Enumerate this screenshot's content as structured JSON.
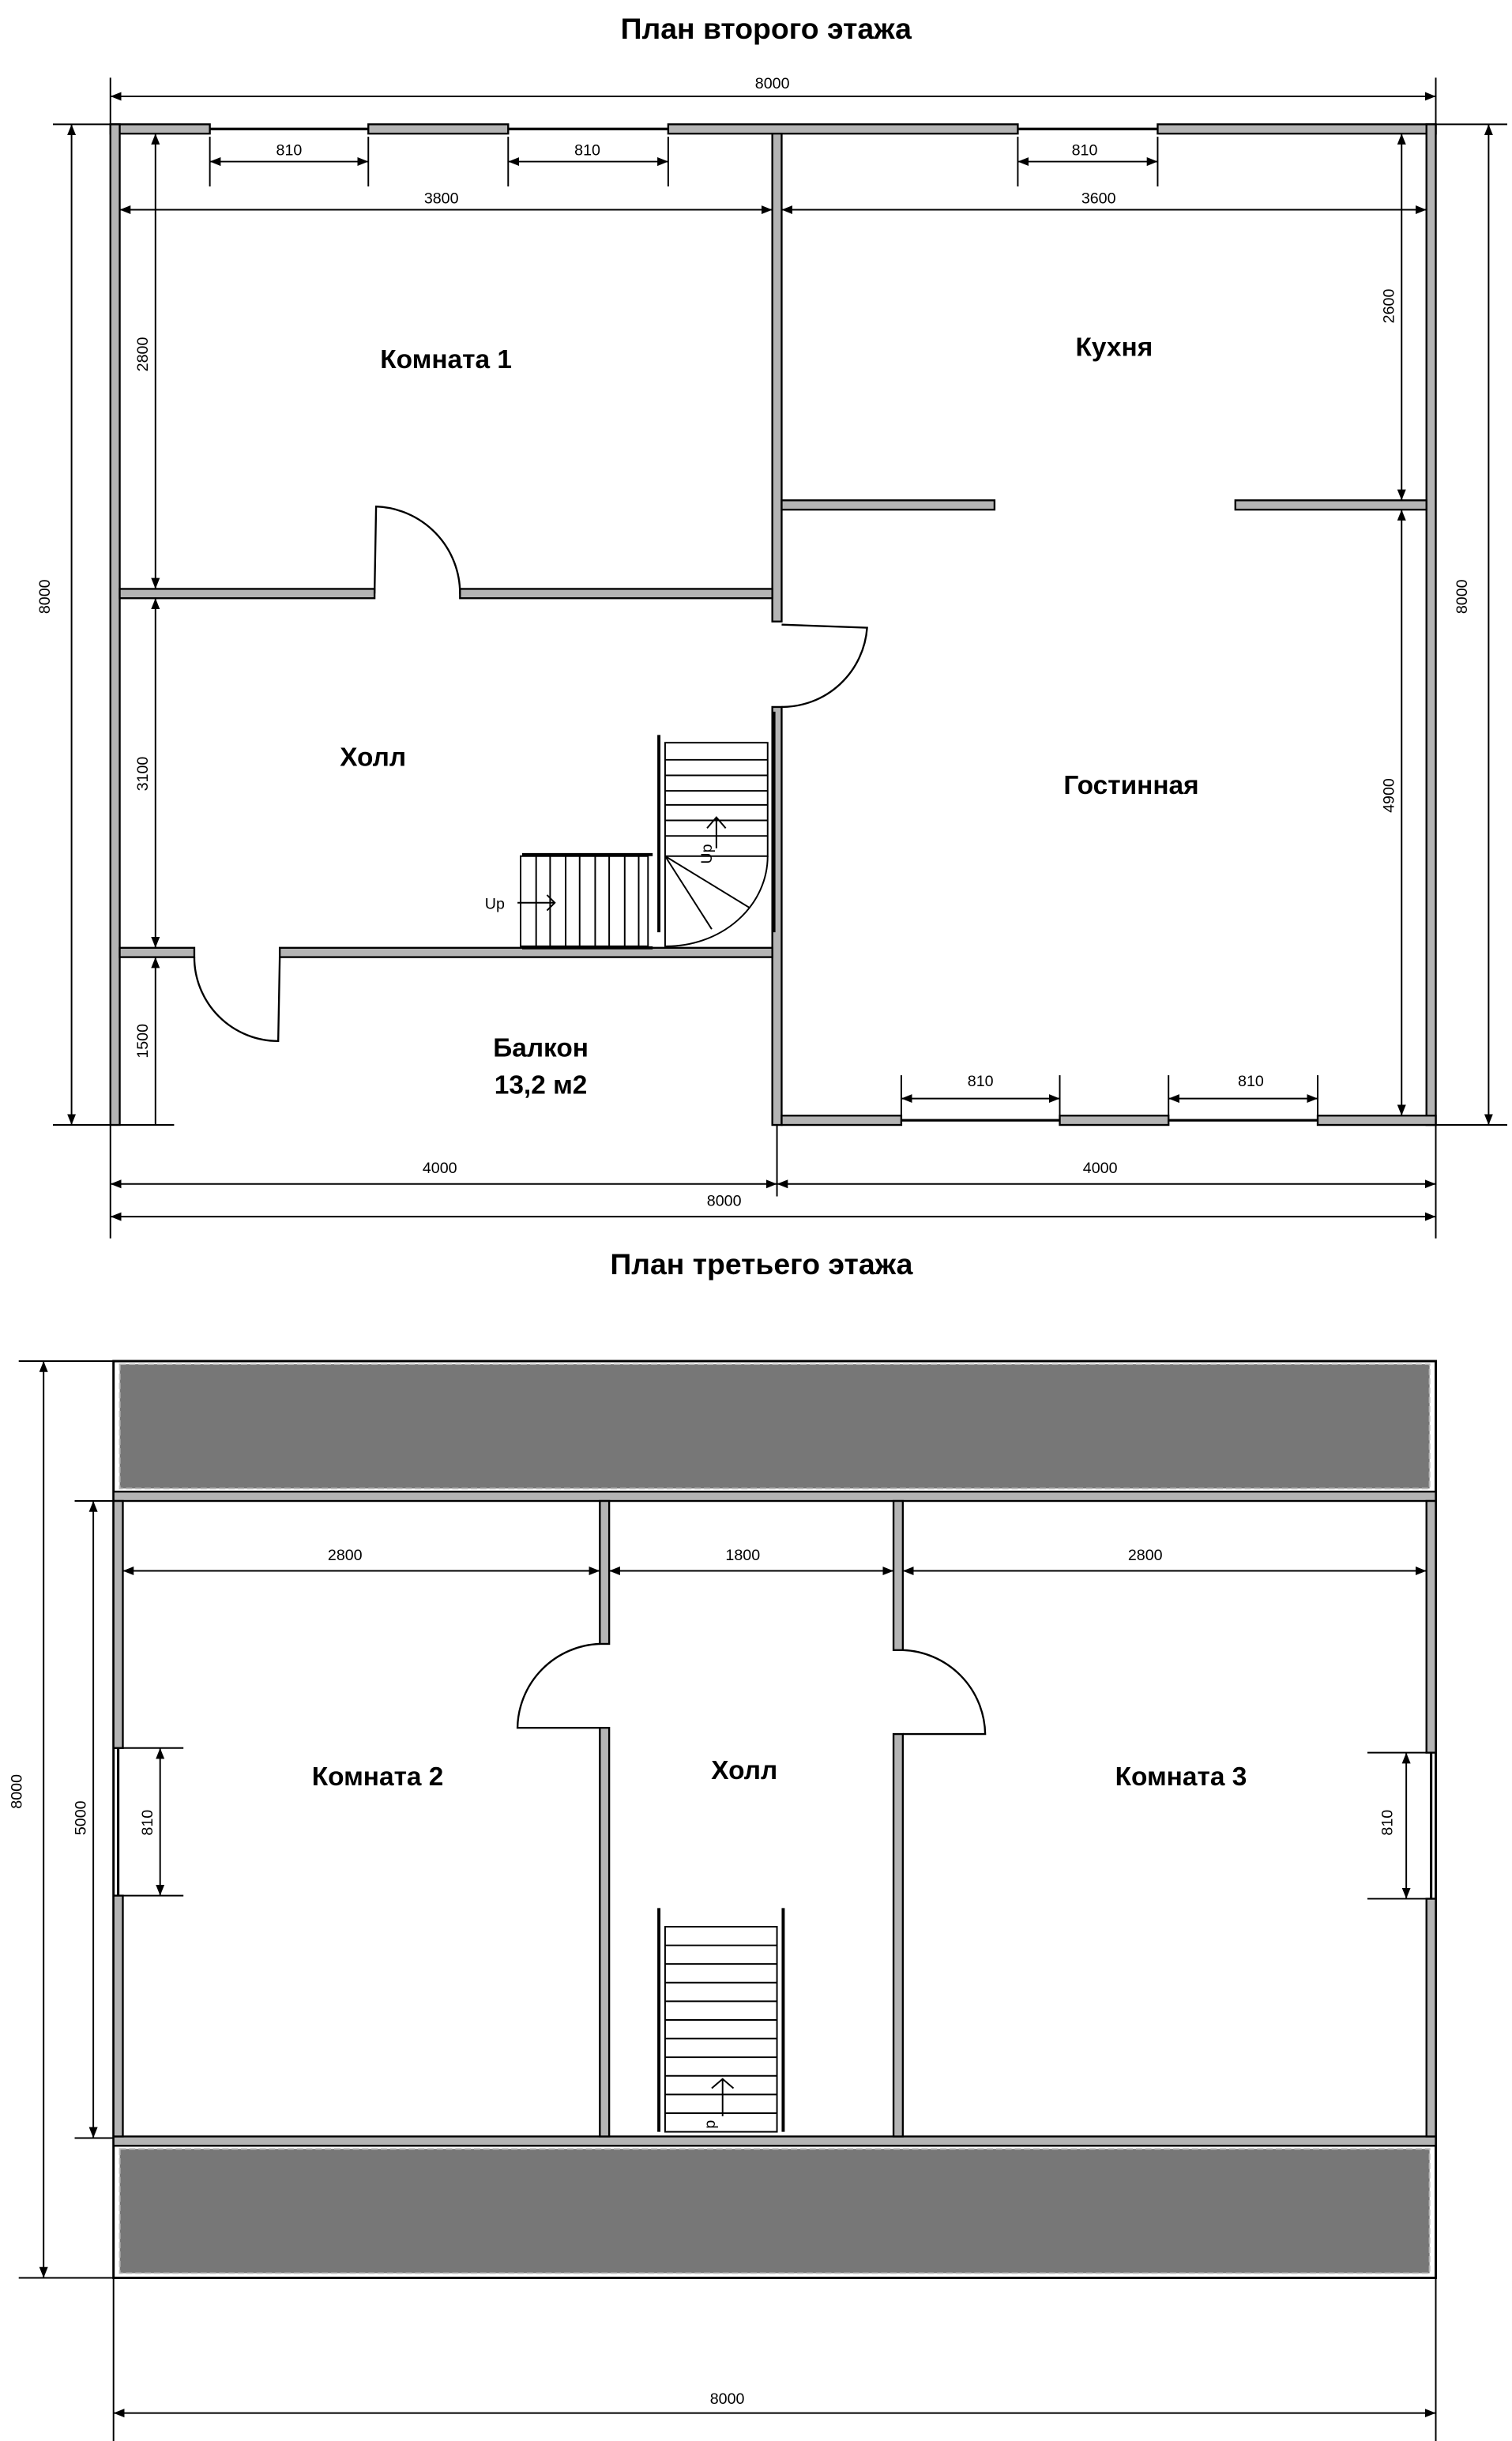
{
  "floor2": {
    "title": "План второго этажа",
    "rooms": {
      "room1": "Комната 1",
      "kitchen": "Кухня",
      "hall": "Холл",
      "living": "Гостинная",
      "balcony": "Балкон",
      "balcony_area": "13,2 м2"
    },
    "dims": {
      "top_total": "8000",
      "win1": "810",
      "win2": "810",
      "win3": "810",
      "room1_width": "3800",
      "kitchen_width": "3600",
      "room1_depth": "2800",
      "hall_depth": "3100",
      "balcony_depth": "1500",
      "kitchen_depth": "2600",
      "living_depth": "4900",
      "left_total": "8000",
      "right_total": "8000",
      "bottom_left": "4000",
      "bottom_right": "4000",
      "bottom_total": "8000",
      "bottom_win1": "810",
      "bottom_win2": "810"
    },
    "stairs": {
      "up1": "Up",
      "up2": "Up"
    }
  },
  "floor3": {
    "title": "План третьего этажа",
    "rooms": {
      "room2": "Комната 2",
      "hall": "Холл",
      "room3": "Комната 3"
    },
    "dims": {
      "left_total": "8000",
      "rooms_depth": "5000",
      "room2_width": "2800",
      "hall_width": "1800",
      "room3_width": "2800",
      "left_window": "810",
      "right_window": "810",
      "bottom_total": "8000"
    },
    "stairs": {
      "up": "p"
    }
  }
}
